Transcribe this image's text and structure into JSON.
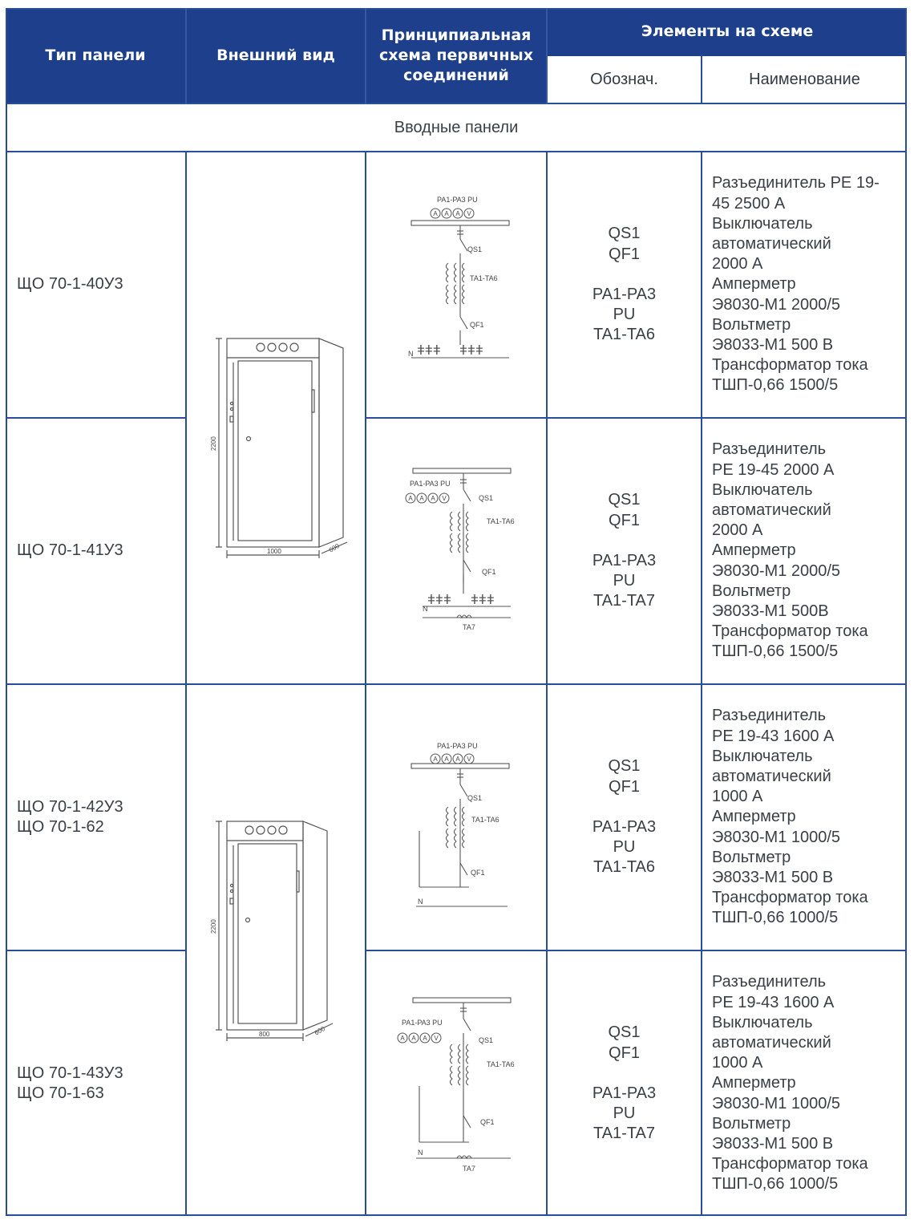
{
  "header": {
    "col_type": "Тип панели",
    "col_view": "Внешний вид",
    "col_scheme": "Принципиальная схема первичных соединений",
    "col_elements": "Элементы на схеме",
    "col_code": "Обознач.",
    "col_name": "Наименование"
  },
  "section_title": "Вводные панели",
  "rows": [
    {
      "type": [
        "ЩО 70-1-40У3"
      ],
      "codes": [
        "QS1",
        "QF1",
        "",
        "PA1-PA3",
        "PU",
        "TA1-TA6"
      ],
      "names": [
        "Разъединитель РЕ 19-",
        "45 2500 А",
        "Выключатель",
        "автоматический",
        "2000 А",
        "Амперметр",
        "Э8030-М1 2000/5",
        "Вольтметр",
        "Э8033-М1 500 В",
        "Трансформатор тока",
        "ТШП-0,66 1500/5"
      ],
      "scheme": {
        "labels": "PA1-PA3  PU",
        "qs": "QS1",
        "ta": "TA1-TA6",
        "qf": "QF1",
        "n": "N",
        "ta7": ""
      }
    },
    {
      "type": [
        "ЩО 70-1-41У3"
      ],
      "codes": [
        "QS1",
        "QF1",
        "",
        "PA1-PA3",
        "PU",
        "TA1-TA7"
      ],
      "names": [
        "Разъединитель",
        "РЕ 19-45 2000 А",
        "Выключатель",
        "автоматический",
        "2000 А",
        "Амперметр",
        "Э8030-М1 2000/5",
        "Вольтметр",
        "Э8033-М1 500В",
        "Трансформатор тока",
        "ТШП-0,66 1500/5"
      ],
      "scheme": {
        "labels": "PA1-PA3  PU",
        "qs": "QS1",
        "ta": "TA1-TA6",
        "qf": "QF1",
        "n": "N",
        "ta7": "TA7"
      }
    },
    {
      "type": [
        "ЩО 70-1-42У3",
        "ЩО 70-1-62"
      ],
      "codes": [
        "QS1",
        "QF1",
        "",
        "PA1-PA3",
        "PU",
        "TA1-TA6"
      ],
      "names": [
        "Разъединитель",
        "РЕ 19-43 1600 А",
        "Выключатель",
        "автоматический",
        "1000 А",
        "Амперметр",
        "Э8030-М1 1000/5",
        "Вольтметр",
        "Э8033-М1 500 В",
        "Трансформатор тока",
        "ТШП-0,66 1000/5"
      ],
      "scheme": {
        "labels": "PA1-PA3  PU",
        "qs": "QS1",
        "ta": "TA1-TA6",
        "qf": "QF1",
        "n": "N",
        "ta7": ""
      }
    },
    {
      "type": [
        "ЩО 70-1-43У3",
        "ЩО 70-1-63"
      ],
      "codes": [
        "QS1",
        "QF1",
        "",
        "PA1-PA3",
        "PU",
        "TA1-TA7"
      ],
      "names": [
        "Разъединитель",
        "РЕ 19-43 1600 А",
        "Выключатель",
        "автоматический",
        "1000 А",
        "Амперметр",
        "Э8030-М1 1000/5",
        "Вольтметр",
        "Э8033-М1 500 В",
        "Трансформатор тока",
        "ТШП-0,66 1000/5"
      ],
      "scheme": {
        "labels": "PA1-PA3  PU",
        "qs": "QS1",
        "ta": "TA1-TA6",
        "qf": "QF1",
        "n": "N",
        "ta7": "TA7"
      }
    }
  ],
  "cabinets": [
    {
      "height_label": "2200",
      "width_label": "1000",
      "depth_label": "600"
    },
    {
      "height_label": "2200",
      "width_label": "800",
      "depth_label": "600"
    }
  ],
  "meter_symbols": [
    "A",
    "A",
    "A",
    "V"
  ]
}
